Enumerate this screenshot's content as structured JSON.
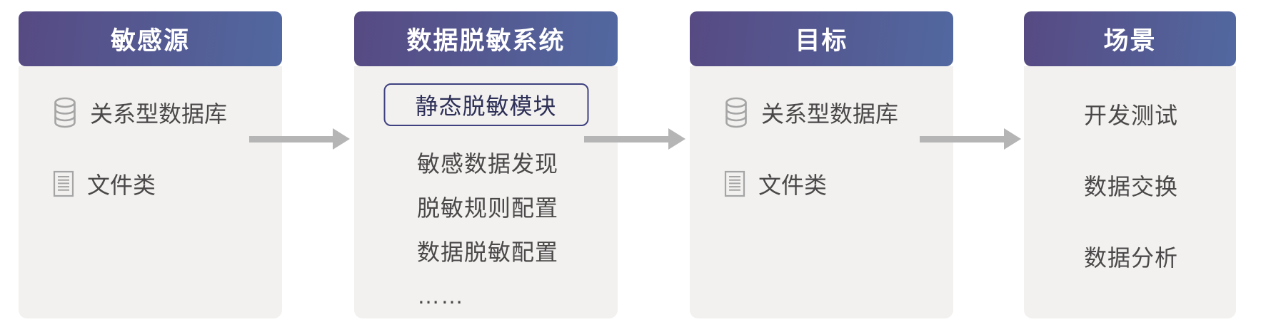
{
  "colors": {
    "header_gradient_start": "#574a83",
    "header_gradient_end": "#5268a0",
    "card_body_background": "#f2f1ef",
    "arrow": "#b5b5b5",
    "item_text": "#4a4848",
    "highlight_border": "#3f4180",
    "highlight_text": "#2e3058",
    "icon_gray": "#a5a5a5"
  },
  "columns": [
    {
      "title": "敏感源",
      "items": [
        {
          "icon": "database-icon",
          "label": "关系型数据库"
        },
        {
          "icon": "file-icon",
          "label": "文件类"
        }
      ]
    },
    {
      "title": "数据脱敏系统",
      "highlight_item": {
        "label": "静态脱敏模块"
      },
      "items": [
        {
          "label": "敏感数据发现"
        },
        {
          "label": "脱敏规则配置"
        },
        {
          "label": "数据脱敏配置"
        },
        {
          "label": "……"
        }
      ]
    },
    {
      "title": "目标",
      "items": [
        {
          "icon": "database-icon",
          "label": "关系型数据库"
        },
        {
          "icon": "file-icon",
          "label": "文件类"
        }
      ]
    },
    {
      "title": "场景",
      "items": [
        {
          "label": "开发测试"
        },
        {
          "label": "数据交换"
        },
        {
          "label": "数据分析"
        }
      ]
    }
  ]
}
